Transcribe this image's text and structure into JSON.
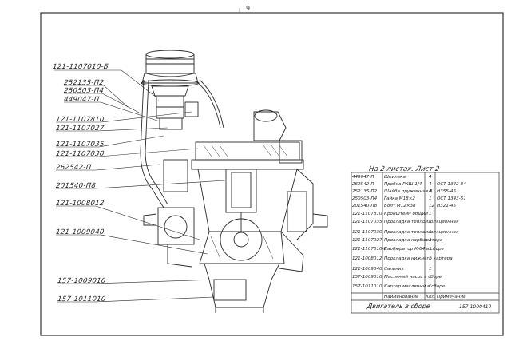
{
  "page": {
    "number": "9"
  },
  "callouts": [
    "121-1107010-Б",
    "252135-П2",
    "250503-П4",
    "449047-П",
    "121-1107810",
    "121-1107027",
    "121-1107035",
    "121-1107030",
    "262542-П",
    "201540-П8",
    "121-1008012",
    "121-1009040",
    "157-1009010",
    "157-1011010"
  ],
  "sheet_title": "На 2 листах. Лист 2",
  "bom": {
    "rows": [
      {
        "part": "449047-П",
        "name": "Шпилька",
        "qty": "4",
        "note": ""
      },
      {
        "part": "262542-П",
        "name": "Пробка РКШ 1/4",
        "qty": "4",
        "note": "ОСТ 1342-34"
      },
      {
        "part": "252135-П2",
        "name": "Шайба пружинная 8",
        "qty": "4",
        "note": "Н355-45"
      },
      {
        "part": "250503-П4",
        "name": "Гайка М18×2",
        "qty": "1",
        "note": "ОСТ 1343-51"
      },
      {
        "part": "201540-П8",
        "name": "Болт М12×38",
        "qty": "12",
        "note": "Н321-45"
      },
      {
        "part": "121-1107810",
        "name": "Кронштейн общий",
        "qty": "1",
        "note": ""
      },
      {
        "part": "121-1107035",
        "name": "Прокладка теплоизоляционная",
        "qty": "1",
        "note": ""
      },
      {
        "part": "121-1107030",
        "name": "Прокладка теплоизоляционная",
        "qty": "1",
        "note": ""
      },
      {
        "part": "121-1107027",
        "name": "Прокладка карбюратора",
        "qty": "3",
        "note": ""
      },
      {
        "part": "121-1107010-Б",
        "name": "Карбюратор К-84 в сборе",
        "qty": "1",
        "note": ""
      },
      {
        "part": "121-1008012",
        "name": "Прокладка нижнего картера",
        "qty": "1",
        "note": ""
      },
      {
        "part": "121-1009040",
        "name": "Сальник",
        "qty": "1",
        "note": ""
      },
      {
        "part": "157-1009010",
        "name": "Масляный насос в сборе",
        "qty": "1",
        "note": ""
      },
      {
        "part": "157-1011010",
        "name": "Картер масляный в сборе",
        "qty": "1",
        "note": ""
      }
    ],
    "header": {
      "part": "",
      "name": "Наименование",
      "qty": "Кол.",
      "note": "Примечание"
    },
    "assembly_name": "Двигатель в сборе",
    "assembly_number": "157-1000410"
  }
}
